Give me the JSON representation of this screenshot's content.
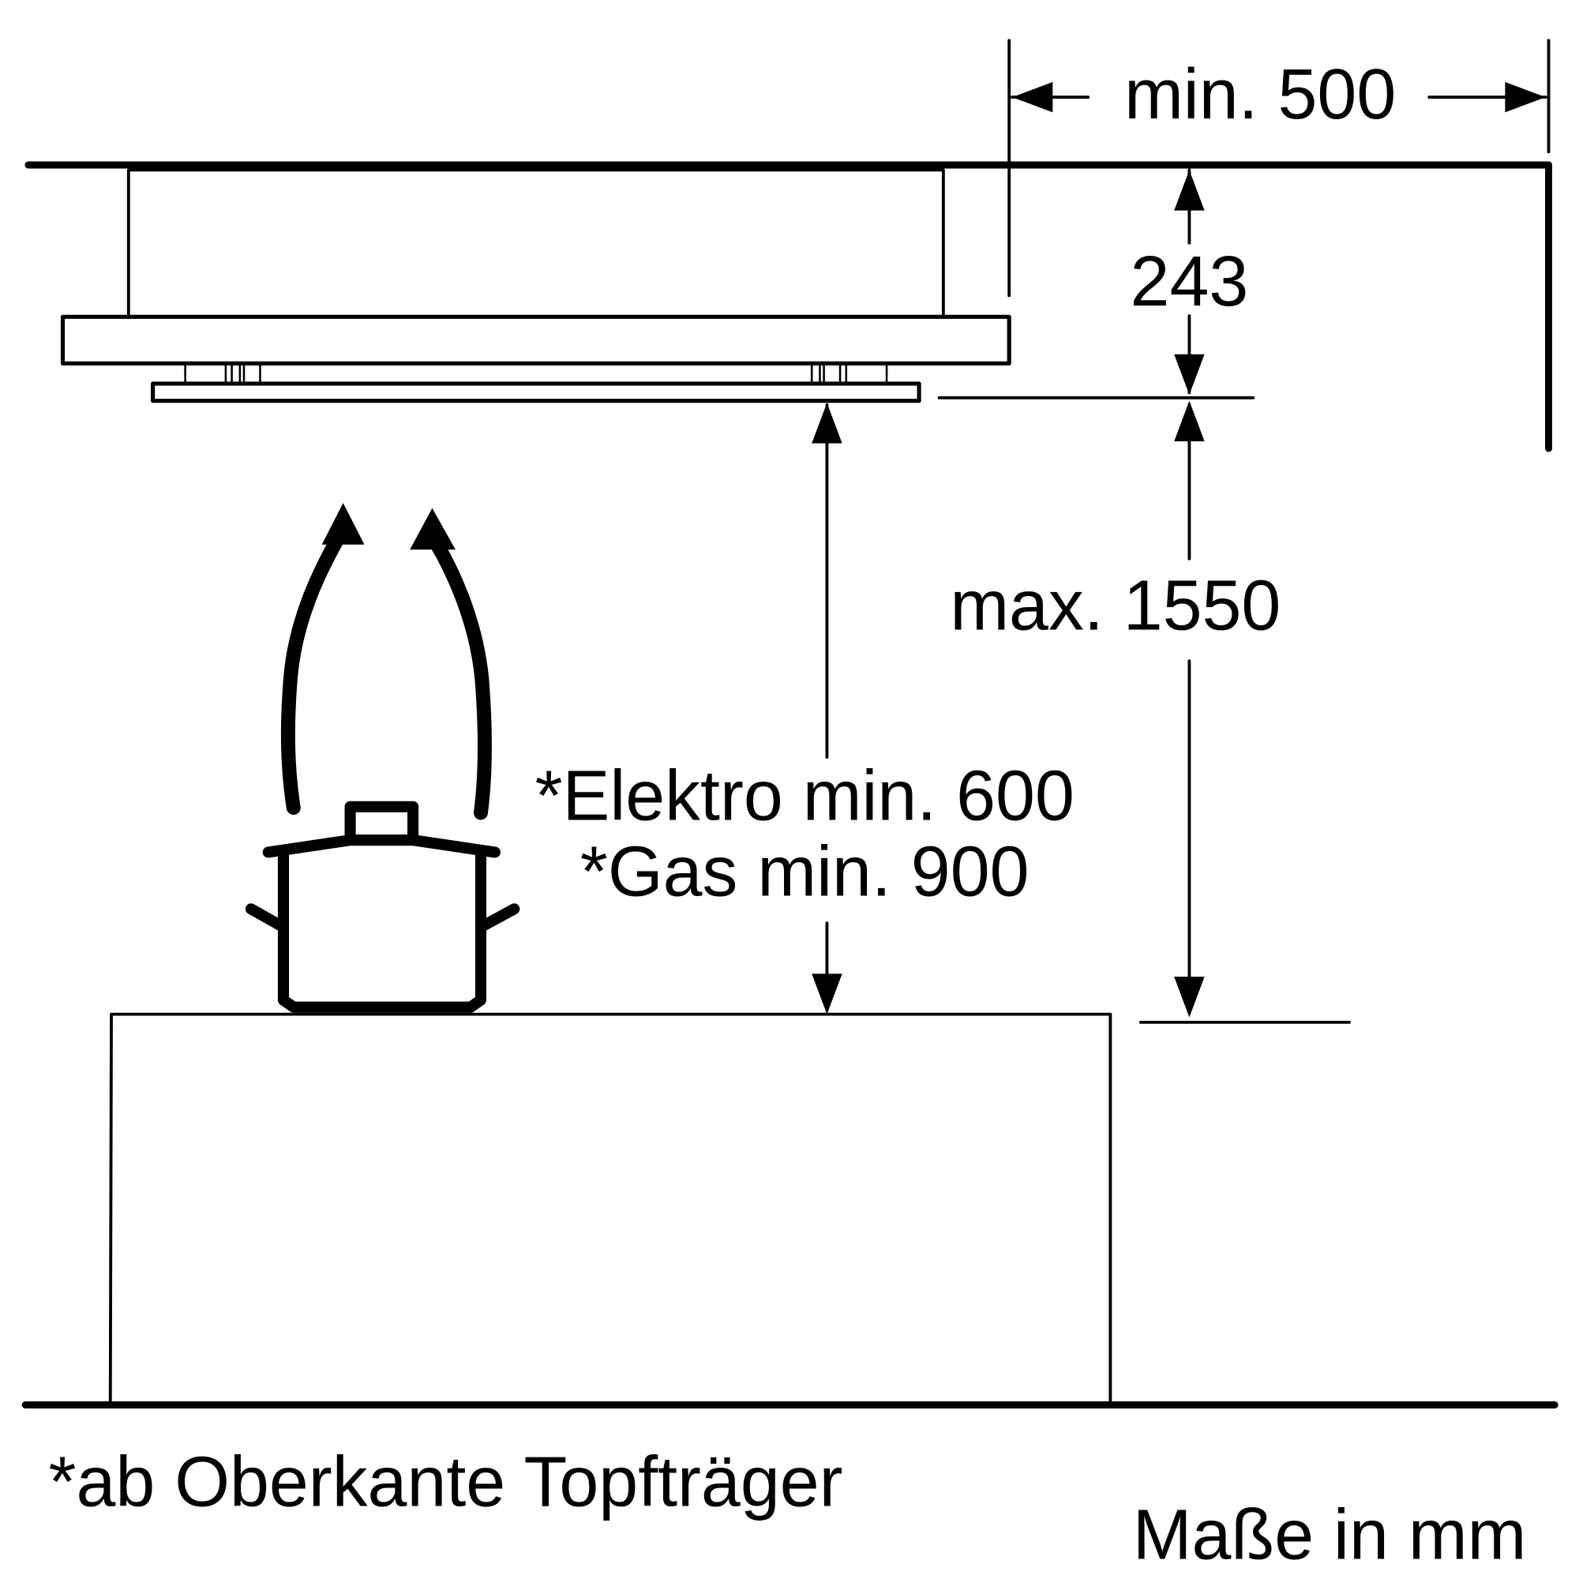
{
  "dimensions": {
    "width_label": "min. 500",
    "hood_height_label": "243",
    "max_height_label": "max. 1550",
    "electric_label": "*Elektro min. 600",
    "gas_label": "*Gas min. 900"
  },
  "footnote": "*ab Oberkante Topfträger",
  "units_note": "Maße in mm",
  "colors": {
    "line": "#000000",
    "background": "#ffffff"
  }
}
